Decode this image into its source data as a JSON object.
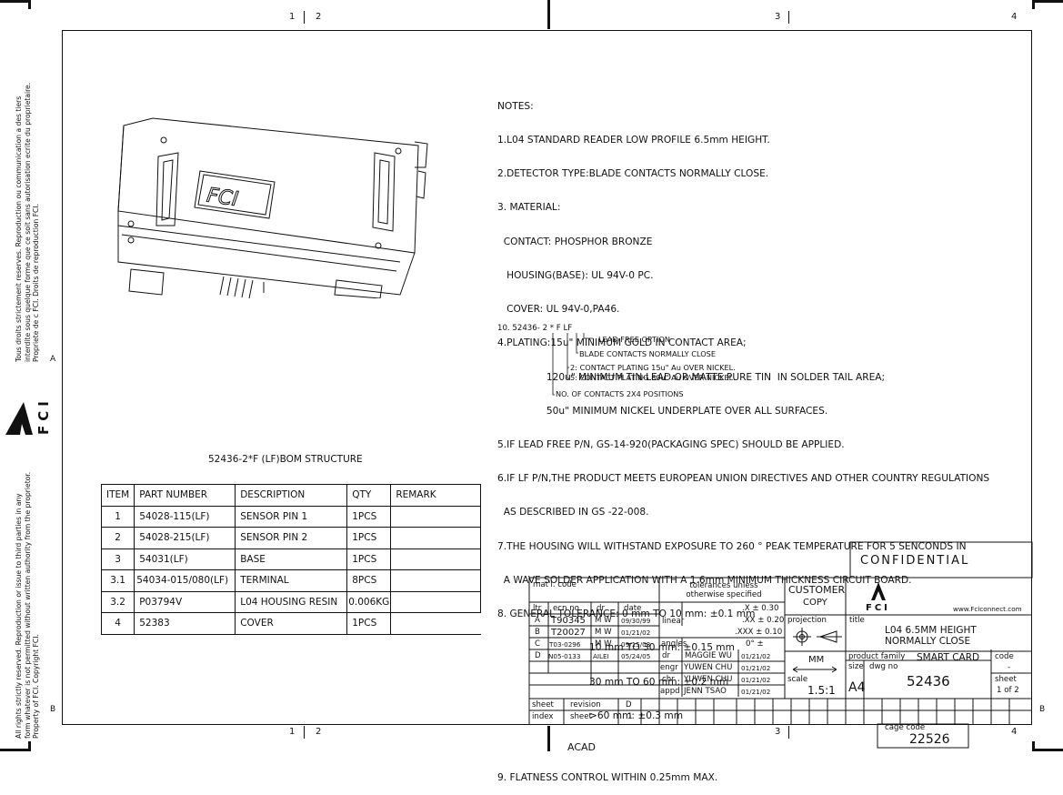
{
  "zones_top": [
    "1",
    "2",
    "3",
    "4"
  ],
  "zones_side": [
    "A",
    "B"
  ],
  "notes": {
    "heading": "NOTES:",
    "lines": [
      "1.L04 STANDARD READER LOW PROFILE 6.5mm HEIGHT.",
      "2.DETECTOR TYPE:BLADE CONTACTS NORMALLY CLOSE.",
      "3. MATERIAL:",
      "  CONTACT: PHOSPHOR BRONZE",
      "   HOUSING(BASE): UL 94V-0 PC.",
      "   COVER: UL 94V-0,PA46.",
      "4.PLATING:15u\" MINIMUM GOLD IN CONTACT AREA;",
      "                120u\" MINIMUM TIN-LEAD OR MATTE PURE TIN  IN SOLDER TAIL AREA;",
      "                50u\" MINIMUM NICKEL UNDERPLATE OVER ALL SURFACES.",
      "5.IF LEAD FREE P/N, GS-14-920(PACKAGING SPEC) SHOULD BE APPLIED.",
      "6.IF LF P/N,THE PRODUCT MEETS EUROPEAN UNION DIRECTIVES AND OTHER COUNTRY REGULATIONS",
      "  AS DESCRIBED IN GS -22-008.",
      "7.THE HOUSING WILL WITHSTAND EXPOSURE TO 260 ° PEAK TEMPERATURE FOR 5 SENCONDS IN",
      "  A WAVE SOLDER APPLICATION WITH A 1.6mm MINIMUM THICKNESS CIRCUIT BOARD.",
      "8. GENERAL TOLERANCE: 0 mm TO 10 mm: ±0.1 mm",
      "                              10 mm TO 30 mm: ±0.15 mm",
      "                              30 mm TO 60 mm: ±0.2 mm",
      "                              >60 mm: ±0.3 mm",
      "",
      "9. FLATNESS CONTROL WITHIN 0.25mm MAX."
    ],
    "code_line": "10. 52436- 2 * F LF",
    "options": [
      "LEAD FREE OPTION",
      "BLADE CONTACTS NORMALLY CLOSE",
      "2: CONTACT PLATING 15u\" Au OVER NICKEL.",
      "5: CONTACT PLATING 80u\" Au OVER NICKEL.",
      "NO. OF CONTACTS 2X4 POSITIONS"
    ]
  },
  "drawing_logo_text": "FCI",
  "bom": {
    "title": "52436-2*F (LF)BOM STRUCTURE",
    "headers": [
      "ITEM",
      "PART NUMBER",
      "DESCRIPTION",
      "QTY",
      "REMARK"
    ],
    "rows": [
      [
        "1",
        "54028-115(LF)",
        "SENSOR PIN 1",
        "1PCS",
        ""
      ],
      [
        "2",
        "54028-215(LF)",
        "SENSOR PIN 2",
        "1PCS",
        ""
      ],
      [
        "3",
        "54031(LF)",
        "BASE",
        "1PCS",
        ""
      ],
      [
        "3.1",
        "54034-015/080(LF)",
        "TERMINAL",
        "8PCS",
        ""
      ],
      [
        "3.2",
        "P03794V",
        "L04 HOUSING RESIN",
        "0.006KG",
        ""
      ],
      [
        "4",
        "52383",
        "COVER",
        "1PCS",
        ""
      ]
    ]
  },
  "side_text": {
    "top": [
      "Tous droits strictement reserves. Reproduction ou communication a des tiers",
      "interdite sous quelque forme que ce soit sans autorisation ecrite du proprietaire.",
      "Propriete de c FCI. Droits de reproduction FCI."
    ],
    "bottom": [
      "All rights strictly reserved. Reproduction or issue to third parties in any",
      "form whatever is not permitted without written authority from the proprietor.",
      "Property of FCI. Copyright FCI."
    ],
    "logo": "FCI"
  },
  "title_block": {
    "confidential": "CONFIDENTIAL",
    "matl_code": "mat'l. code",
    "tolerances_header": "tolerances unless otherwise specified",
    "tol_x": ".X ± 0.30",
    "tol_xx": ".XX ± 0.20",
    "tol_xxx": ".XXX ± 0.10",
    "linear": "linear",
    "angles": "angles",
    "angle_value": "0° ±",
    "customer": "CUSTOMER",
    "copy": "COPY",
    "projection": "projection",
    "units": "MM",
    "scale_label": "scale",
    "scale": "1.5:1",
    "company_logo": "FCI",
    "website": "www.Fciconnect.com",
    "title_label": "title",
    "title_line1": "L04 6.5MM HEIGHT",
    "title_line2": "NORMALLY CLOSE",
    "product_family_label": "product family",
    "product_family": "SMART CARD",
    "code_label": "code",
    "code_value": "-",
    "size_label": "size",
    "size": "A4",
    "dwg_no_label": "dwg no",
    "dwg_no": "52436",
    "sheet_label": "sheet",
    "sheet": "1 of 2",
    "rev_headers": [
      "ltr",
      "ecn no",
      "dr",
      "date"
    ],
    "revisions": [
      [
        "A",
        "T90345",
        "M W",
        "09/30/99"
      ],
      [
        "B",
        "T20027",
        "M W",
        "01/21/02"
      ],
      [
        "C",
        "T03-0296",
        "M W",
        "09/15/03"
      ],
      [
        "D",
        "N05-0133",
        "AILEI",
        "05/24/05"
      ]
    ],
    "people": [
      [
        "dr",
        "MAGGIE WU",
        "01/21/02"
      ],
      [
        "engr",
        "YUWEN CHU",
        "01/21/02"
      ],
      [
        "chr",
        "YUWEN CHU",
        "01/21/02"
      ],
      [
        "appd",
        "JENN TSAO",
        "01/21/02"
      ]
    ],
    "sheet_index_label_1": "sheet",
    "sheet_index_label_2": "index",
    "revision_label": "revision",
    "revision_value": "D",
    "sheet_label_2": "sheet",
    "sheet_value_2": "1",
    "cage_code_label": "cage code",
    "cage_code": "22526",
    "acad": "ACAD"
  }
}
